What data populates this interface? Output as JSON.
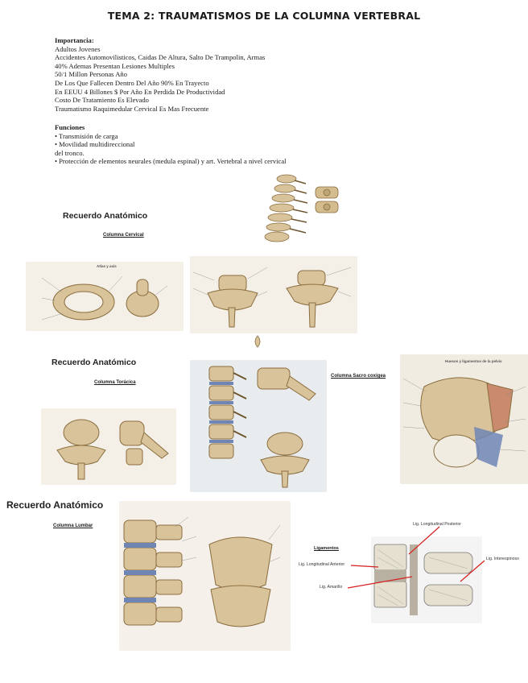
{
  "title": "TEMA 2: TRAUMATISMOS DE LA COLUMNA VERTEBRAL",
  "importancia": {
    "heading": "Importancia:",
    "lines": [
      "Adultos Jovenes",
      "Accidentes Automovilisticos, Caidas De Altura, Salto De Trampolin, Armas",
      "40% Ademas Presentan Lesiones Multiples",
      "50/1 Millon Personas Año",
      "De Los Que Fallecen Dentro Del Año 90% En Trayecto",
      "En EEUU 4 Billones $ Por Año En Perdida De Productividad",
      "Costo De Tratamiento Es Elevado",
      "Traumatismo Raquimedular Cervical Es Mas Frecuente"
    ]
  },
  "funciones": {
    "heading": "Funciones",
    "lines": [
      "• Transmisión de carga",
      "• Movilidad multidireccional",
      "del tronco.",
      "• Protección de elementos neurales (medula espinal) y art. Vertebral a nivel cervical"
    ]
  },
  "sections": {
    "cervical": {
      "heading": "Recuerdo Anatómico",
      "sub": "Columna Cervical",
      "plate_caption": "Atlas y axis"
    },
    "toracica": {
      "heading": "Recuerdo Anatómico",
      "sub": "Columna Torácica"
    },
    "sacro": {
      "sub": "Columna Sacro coxigea",
      "plate_caption": "Huesos y ligamentos de la pelvis"
    },
    "lumbar": {
      "heading": "Recuerdo Anatómico",
      "sub": "Columna Lumbar"
    }
  },
  "ligamentos": {
    "heading": "Ligamentos",
    "labels": {
      "posterior": "Lig. Longitudinal Posterior",
      "anterior": "Lig. Longitudinal Anterior",
      "amarillo": "Lig. Amarillo",
      "interespinoso": "Lig. Interespinoso"
    }
  },
  "colors": {
    "bone": "#d9c39a",
    "bone_dark": "#9c7e4f",
    "disc": "#6f86b5",
    "ligament_line": "#d62020",
    "plate_bg": "#f2ede3"
  }
}
